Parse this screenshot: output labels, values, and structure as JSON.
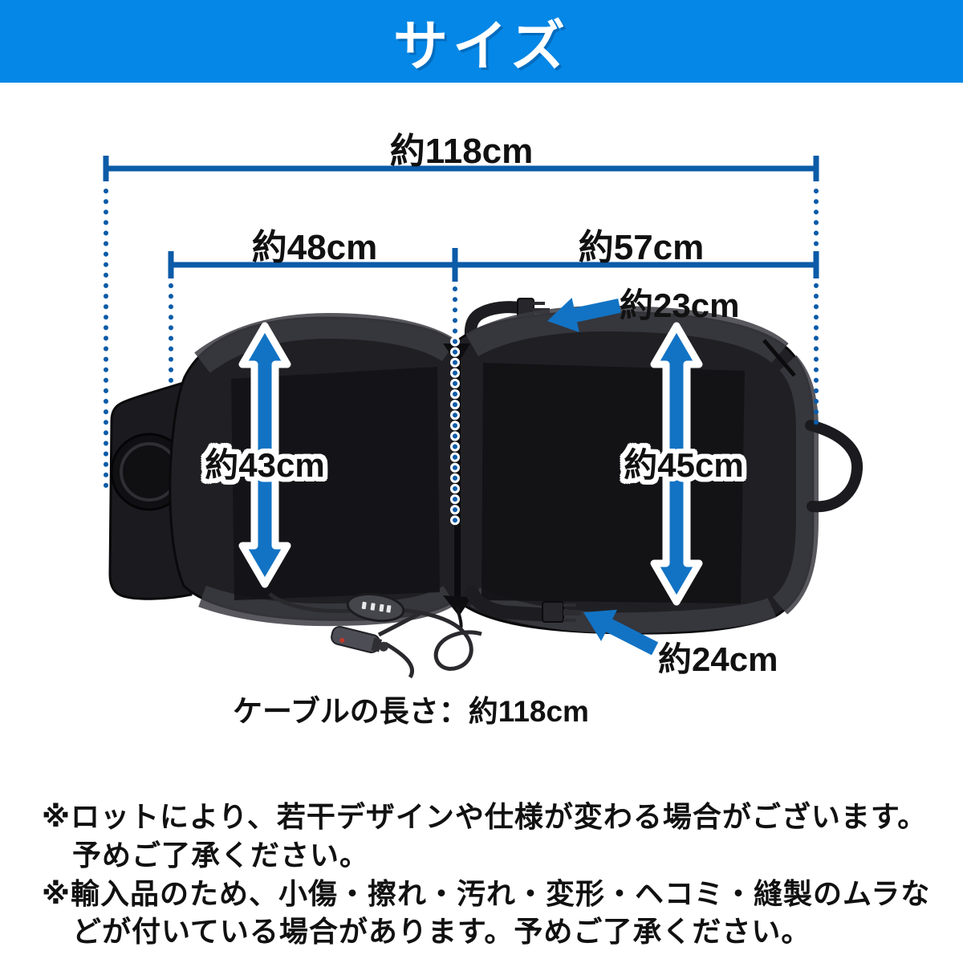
{
  "header": {
    "title": "サイズ"
  },
  "dimensions": {
    "total_width": "約118cm",
    "back_section_width": "約48cm",
    "seat_section_width": "約57cm",
    "top_strap_length": "約23cm",
    "back_section_height": "約43cm",
    "seat_section_height": "約45cm",
    "bottom_strap_length": "約24cm"
  },
  "cable_note": "ケーブルの長さ：約118cm",
  "notes": [
    "※ロットにより、若干デザインや仕様が変わる場合がございます。",
    "予めご了承ください。",
    "※輸入品のため、小傷・擦れ・汚れ・変形・ヘコミ・縫製のムラな",
    "どが付いている場合があります。予めご了承ください。"
  ],
  "colors": {
    "header_bg": "#0487e6",
    "line_blue": "#0b5ba8",
    "arrow_blue": "#1273c4",
    "text_black": "#111111",
    "product_black": "#1e1e22"
  }
}
